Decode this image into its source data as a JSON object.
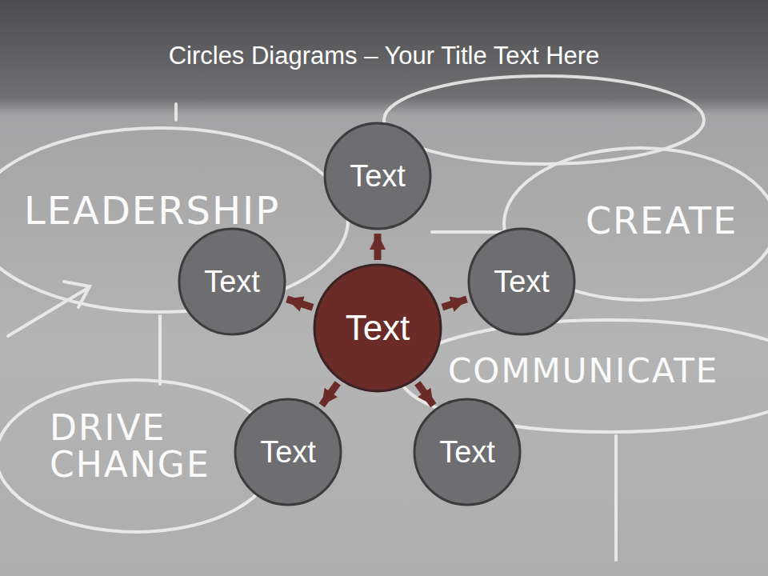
{
  "diagram": {
    "title": "Circles Diagrams – Your Title Text Here",
    "nodes": [
      {
        "text": [
          "Text"
        ]
      },
      {
        "text": [
          "Text"
        ]
      },
      {
        "text": [
          "Text"
        ]
      },
      {
        "text": [
          "Text"
        ]
      },
      {
        "text": [
          "Text"
        ]
      },
      {
        "text": [
          "Text"
        ]
      }
    ],
    "edges": [
      {
        "from": 3,
        "to": 0,
        "arrow": "to"
      },
      {
        "from": 3,
        "to": 1,
        "arrow": "to"
      },
      {
        "from": 3,
        "to": 2,
        "arrow": "to"
      },
      {
        "from": 3,
        "to": 4,
        "arrow": "to"
      },
      {
        "from": 3,
        "to": 5,
        "arrow": "to"
      }
    ],
    "labels": [
      "LEADERSHIP",
      "CREATE",
      "COMMUNICATE",
      "DRIVE CHANGE"
    ]
  }
}
